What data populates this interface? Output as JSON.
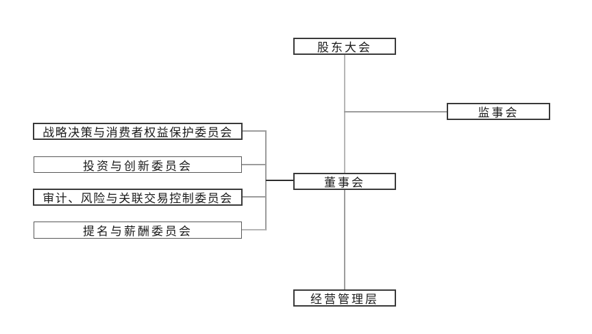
{
  "diagram": {
    "type": "org-chart",
    "colors": {
      "background": "#ffffff",
      "box_fill": "#ffffff",
      "box_border": "#383838",
      "box_border_thin": "#555555",
      "text": "#1a1a1a",
      "line": "#9b9b9b",
      "line_light": "#b5b5b5",
      "line_dark": "#2b2b2b"
    },
    "nodes": {
      "shareholders": {
        "label": "股东大会"
      },
      "supervisors": {
        "label": "监事会"
      },
      "directors": {
        "label": "董事会"
      },
      "management": {
        "label": "经营管理层"
      },
      "committee_strategy": {
        "label": "战略决策与消费者权益保护委员会"
      },
      "committee_investment": {
        "label": "投资与创新委员会"
      },
      "committee_audit": {
        "label": "审计、风险与关联交易控制委员会"
      },
      "committee_nomination": {
        "label": "提名与薪酬委员会"
      }
    },
    "edges": [
      {
        "from": "股东大会",
        "to": "董事会"
      },
      {
        "from": "股东大会",
        "to": "监事会"
      },
      {
        "from": "董事会",
        "to": "经营管理层"
      },
      {
        "from": "董事会",
        "to": "战略决策与消费者权益保护委员会"
      },
      {
        "from": "董事会",
        "to": "投资与创新委员会"
      },
      {
        "from": "董事会",
        "to": "审计、风险与关联交易控制委员会"
      },
      {
        "from": "董事会",
        "to": "提名与薪酬委员会"
      }
    ]
  }
}
